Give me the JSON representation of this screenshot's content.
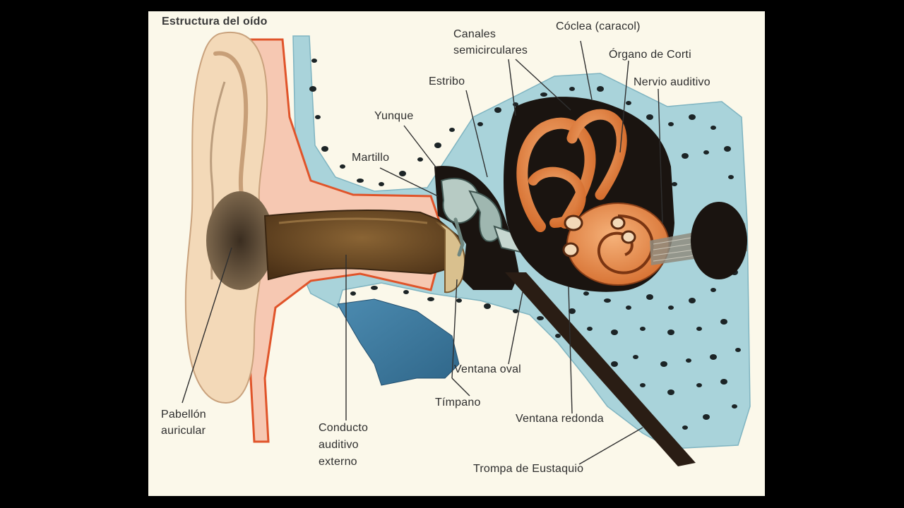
{
  "title": "Estructura del oído",
  "labels": {
    "canales_line1": "Canales",
    "canales_line2": "semicirculares",
    "coclea": "Cóclea (caracol)",
    "organo_corti": "Órgano de Corti",
    "nervio_auditivo": "Nervio auditivo",
    "estribo": "Estribo",
    "yunque": "Yunque",
    "martillo": "Martillo",
    "ventana_oval": "Ventana oval",
    "timpano": "Tímpano",
    "ventana_redonda": "Ventana redonda",
    "trompa_eustaquio": "Trompa de Eustaquio",
    "pabellon_line1": "Pabellón",
    "pabellon_line2": "auricular",
    "conducto_line1": "Conducto",
    "conducto_line2": "auditivo",
    "conducto_line3": "externo"
  },
  "colors": {
    "background": "#fbf8ea",
    "skin": "#f3d9b8",
    "bone": "#a9d3da",
    "canal": "#6b4a22",
    "cochlea": "#e88a45",
    "cavity": "#1a1410",
    "tube": "#2a1d14",
    "cartilage_line": "#e0542a"
  }
}
